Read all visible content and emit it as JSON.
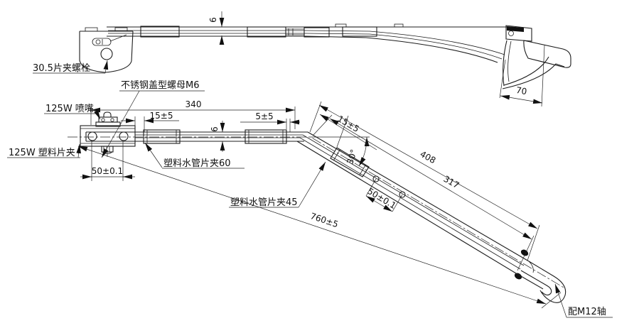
{
  "drawing": {
    "title": "wiper-arm-assembly-drawing",
    "colors": {
      "line": "#1c1c1c",
      "background": "#ffffff"
    },
    "labels": {
      "blade_bolt": "30.5片夹螺栓",
      "cap_nut_m6": "不锈钢盖型螺母M6",
      "nozzle": "125W 喷嘴",
      "plastic_blade_clamp": "125W 塑料片夹",
      "pipe_clamp_60": "塑料水管片夹60",
      "pipe_clamp_45": "塑料水管片夹45",
      "m12_shaft": "配M12轴"
    },
    "dims": {
      "d340": "340",
      "d15_straight": "15±5",
      "d5": "5±5",
      "d50_straight": "50±0.1",
      "d6_top": "6",
      "d6_mid": "6",
      "d30": "30°",
      "d408": "408",
      "d317": "317",
      "d50_angled": "50±0.1",
      "d15_angled": "15±5",
      "d760": "760±5",
      "d70": "70"
    }
  }
}
